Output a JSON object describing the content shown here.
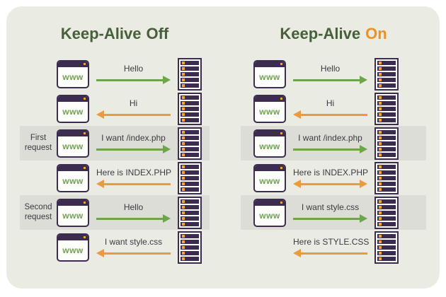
{
  "page": {
    "background": "#ffffff"
  },
  "card": {
    "background": "#eaebe3",
    "band_color": "#dcddd6"
  },
  "colors": {
    "green_arrow": "#6ca54a",
    "orange_arrow": "#e99b3e",
    "title_green": "#47603b",
    "title_orange": "#ec9122",
    "icon_purple": "#3b2c50",
    "text_dark": "#3b3b42",
    "led_orange": "#f0a434"
  },
  "icons": {
    "browser": "browser-window-icon",
    "server": "server-rack-icon"
  },
  "browser_icon_label": "www",
  "left": {
    "title_prefix": "Keep-Alive",
    "title_suffix": "Off",
    "rows": [
      {
        "label": "",
        "message": "Hello",
        "direction": "right",
        "arrow_color": "green",
        "band": false
      },
      {
        "label": "",
        "message": "Hi",
        "direction": "left",
        "arrow_color": "orange",
        "band": false
      },
      {
        "label": "First request",
        "message": "I want /index.php",
        "direction": "right",
        "arrow_color": "green",
        "band": true
      },
      {
        "label": "",
        "message": "Here is INDEX.PHP",
        "direction": "left",
        "arrow_color": "orange",
        "band": false
      },
      {
        "label": "Second request",
        "message": "Hello",
        "direction": "right",
        "arrow_color": "green",
        "band": true
      },
      {
        "label": "",
        "message": "I want style.css",
        "direction": "left",
        "arrow_color": "orange",
        "band": false
      }
    ]
  },
  "right": {
    "title_prefix": "Keep-Alive",
    "title_suffix": "On",
    "rows": [
      {
        "message": "Hello",
        "direction": "right",
        "arrow_color": "green",
        "band": false,
        "browser": true
      },
      {
        "message": "Hi",
        "direction": "left",
        "arrow_color": "orange",
        "band": false,
        "browser": true
      },
      {
        "message": "I want /index.php",
        "direction": "right",
        "arrow_color": "green",
        "band": true,
        "browser": true
      },
      {
        "message": "Here is INDEX.PHP",
        "direction": "both",
        "arrow_color": "orange",
        "band": false,
        "browser": true
      },
      {
        "message": "I want style.css",
        "direction": "right",
        "arrow_color": "green",
        "band": true,
        "browser": true
      },
      {
        "message": "Here is STYLE.CSS",
        "direction": "left",
        "arrow_color": "orange",
        "band": false,
        "browser": false
      }
    ]
  }
}
